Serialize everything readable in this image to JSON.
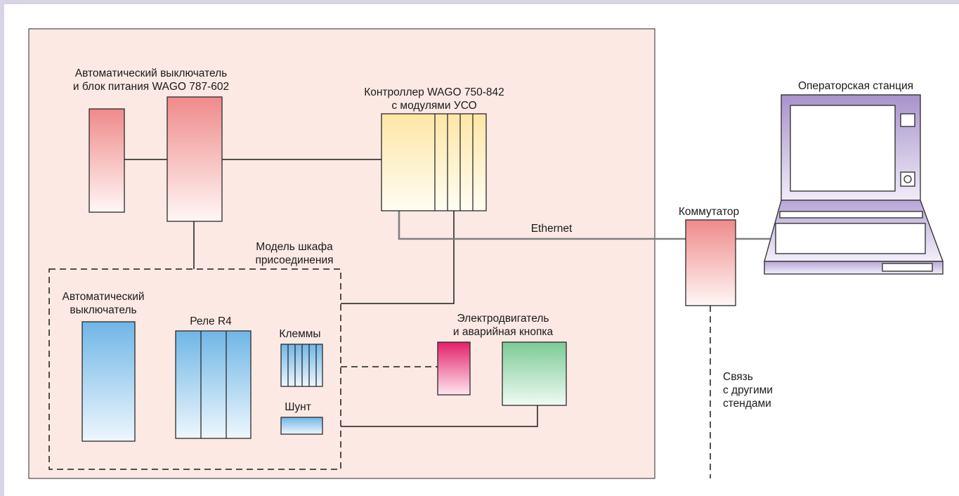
{
  "labels": {
    "breaker_psu_line1": "Автоматический выключатель",
    "breaker_psu_line2": "и блок питания WAGO 787-602",
    "controller_line1": "Контроллер WAGO 750-842",
    "controller_line2": "с модулями УСО",
    "operator_station": "Операторская станция",
    "switch": "Коммутатор",
    "ethernet": "Ethernet",
    "cabinet_model_line1": "Модель шкафа",
    "cabinet_model_line2": "присоединения",
    "breaker_line1": "Автоматический",
    "breaker_line2": "выключатель",
    "relay": "Реле R4",
    "terminals": "Клеммы",
    "shunt": "Шунт",
    "motor_line1": "Электродвигатель",
    "motor_line2": "и аварийная кнопка",
    "link_line1": "Связь",
    "link_line2": "с другими",
    "link_line3": "стендами"
  },
  "colors": {
    "panel_background": "#fce9e4",
    "power_gradient_top": "#ef8a8a",
    "controller_gradient_top": "#fde7a6",
    "blue_gradient_top": "#6fb6e6",
    "motor_gradient_top": "#e3206a",
    "green_gradient_top": "#7ccb95",
    "laptop_body": "#cfc3e5",
    "ethernet_line": "#808080"
  }
}
